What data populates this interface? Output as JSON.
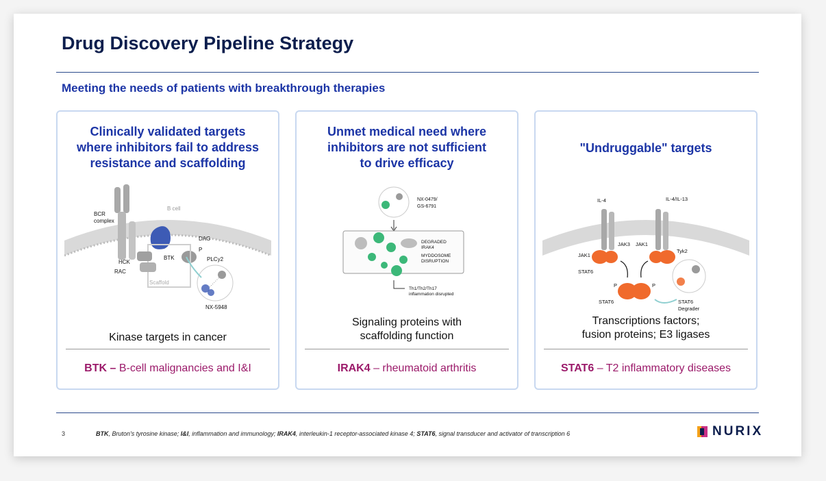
{
  "slide": {
    "title": "Drug Discovery Pipeline Strategy",
    "subtitle": "Meeting the needs of patients with breakthrough therapies",
    "page_number": "3",
    "footnote": {
      "t1": "BTK",
      "t2": ", Bruton's tyrosine kinase; ",
      "t3": "I&I",
      "t4": ", inflammation and immunology; ",
      "t5": "IRAK4",
      "t6": ", interleukin-1 receptor-associated kinase 4; ",
      "t7": "STAT6",
      "t8": ", signal transducer and activator of transcription 6"
    },
    "logo_text": "NURIX"
  },
  "cards": [
    {
      "heading": [
        "Clinically validated targets",
        "where inhibitors fail to address",
        "resistance and scaffolding"
      ],
      "caption": [
        "Kinase targets in cancer"
      ],
      "foot_bold": "BTK –",
      "foot_rest": " B-cell malignancies and I&I",
      "illus": {
        "bcr": "BCR",
        "complex": "complex",
        "bcell": "B cell",
        "dag": "DAG",
        "p": "P",
        "plcy2": "PLCy2",
        "btk": "BTK",
        "hck": "HCK",
        "rac": "RAC",
        "scaffold": "Scaffold",
        "nx": "NX-5948"
      }
    },
    {
      "heading": [
        "Unmet medical need where",
        "inhibitors are not sufficient",
        "to drive efficacy"
      ],
      "caption": [
        "Signaling proteins with",
        "scaffolding function"
      ],
      "foot_bold": "IRAK4",
      "foot_rest": " – rheumatoid arthritis",
      "illus": {
        "nx1": "NX-0479/",
        "nx2": "GS-6791",
        "deg1": "DEGRADED",
        "deg2": "IRAK4",
        "myd1": "MYDDOSOME",
        "myd2": "DISRUPTION",
        "th1": "Th1/Th2/Th17",
        "th2": "inflammation disrupted"
      }
    },
    {
      "heading": [
        "\"Undruggable\" targets"
      ],
      "caption": [
        "Transcriptions factors;",
        "fusion proteins; E3 ligases"
      ],
      "foot_bold": "STAT6",
      "foot_rest": " – T2 inflammatory diseases",
      "illus": {
        "il4": "IL-4",
        "il413": "IL-4/IL-13",
        "jak3": "JAK3",
        "jak1a": "JAK1",
        "jak1b": "JAK1",
        "tyk2": "Tyk2",
        "stat6a": "STAT6",
        "stat6b": "STAT6",
        "p1": "P",
        "p2": "P",
        "deg1": "STAT6",
        "deg2": "Degrader"
      }
    }
  ],
  "colors": {
    "title": "#0c1e4d",
    "accent": "#1c35a6",
    "magenta": "#9b1a6a",
    "card_border": "#c8d8f0",
    "btk_blue": "#3d5bb5",
    "irak_green": "#3cb879",
    "stat_orange": "#f06a2c"
  }
}
